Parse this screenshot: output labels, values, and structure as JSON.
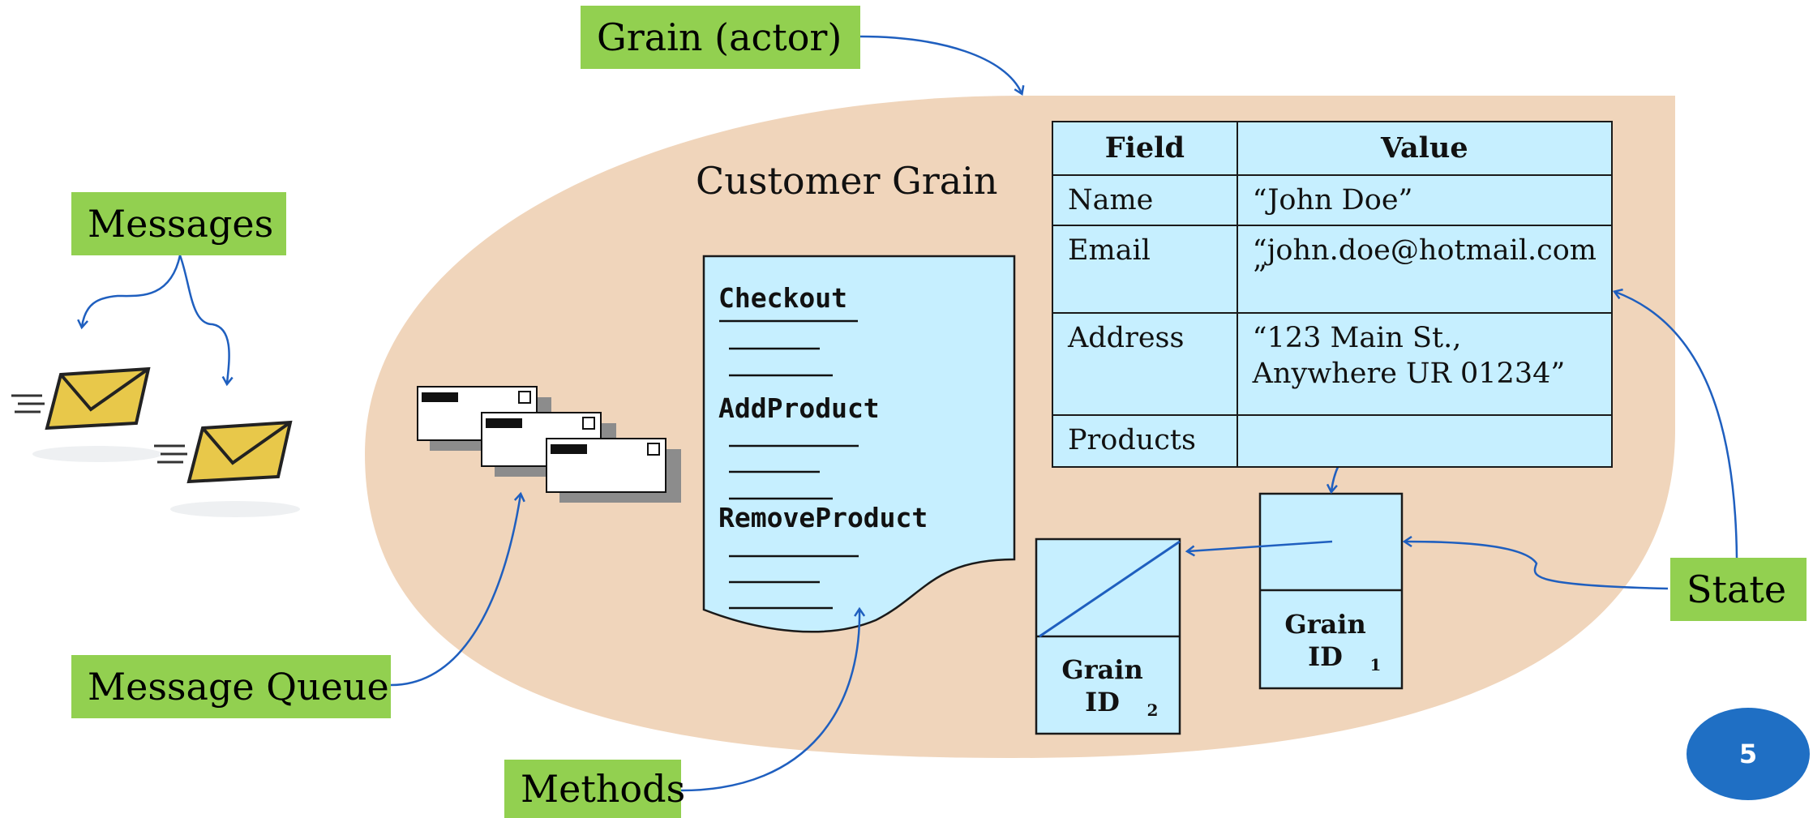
{
  "labels": {
    "grain_actor": "Grain (actor)",
    "messages": "Messages",
    "message_queue": "Message Queue",
    "methods": "Methods",
    "state": "State"
  },
  "grain_title": "Customer Grain",
  "methods_list": [
    "Checkout",
    "AddProduct",
    "RemoveProduct"
  ],
  "state_table": {
    "headers": [
      "Field",
      "Value"
    ],
    "rows": [
      {
        "field": "Name",
        "value": "“John Doe”"
      },
      {
        "field": "Email",
        "value": "“john.doe@hotmail.com\n”"
      },
      {
        "field": "Address",
        "value": "“123 Main St.,\nAnywhere UR 01234”"
      },
      {
        "field": "Products",
        "value": ""
      }
    ]
  },
  "grain_ids": {
    "id1": {
      "text": "Grain ID",
      "sub": "1"
    },
    "id2": {
      "text": "Grain ID",
      "sub": "2"
    }
  },
  "page_number": "5",
  "colors": {
    "label_green": "#92d050",
    "grain_fill": "#f0d5bb",
    "cyan_fill": "#c6efff",
    "arrow_blue": "#1f5fbf",
    "page_badge": "#1f6fc4"
  }
}
